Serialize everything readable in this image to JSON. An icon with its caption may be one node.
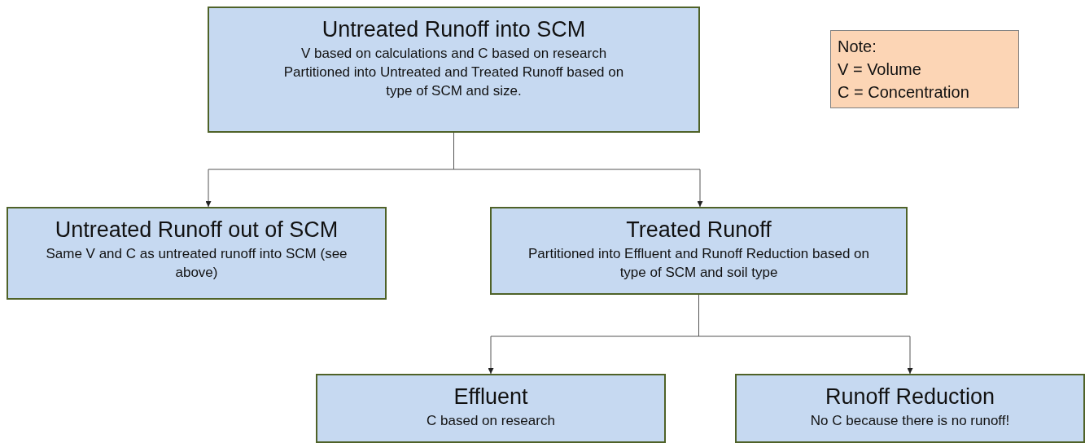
{
  "diagram": {
    "nodes": [
      {
        "text": [
          "Untreated Runoff into SCM",
          "V based on calculations and C based on research Partitioned into Untreated and Treated Runoff based on type of SCM and size."
        ]
      },
      {
        "text": [
          "Untreated Runoff out of SCM",
          "Same V and C as untreated runoff into SCM (see above)"
        ]
      },
      {
        "text": [
          "Treated Runoff",
          "Partitioned into Effluent and Runoff Reduction based on type of SCM and soil type"
        ]
      },
      {
        "text": [
          "Effluent",
          "C based on research"
        ]
      },
      {
        "text": [
          "Runoff Reduction",
          "No C because there is no runoff!"
        ]
      },
      {
        "text": [
          "Note:",
          "V = Volume",
          "C = Concentration"
        ]
      }
    ],
    "edges": [
      {
        "from": 0,
        "to": 1,
        "arrow": "to"
      },
      {
        "from": 0,
        "to": 2,
        "arrow": "to"
      },
      {
        "from": 2,
        "to": 3,
        "arrow": "to"
      },
      {
        "from": 2,
        "to": 4,
        "arrow": "to"
      }
    ]
  }
}
